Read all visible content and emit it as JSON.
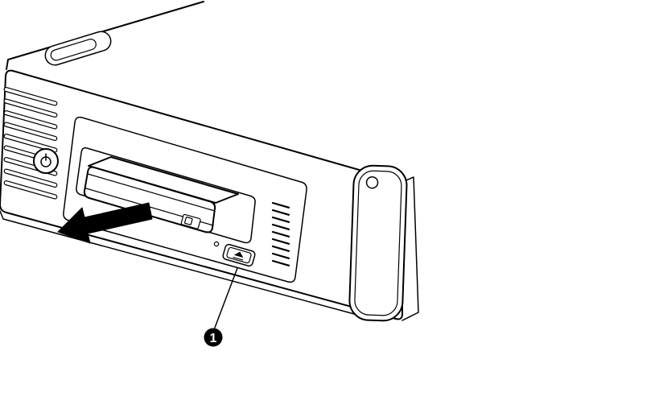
{
  "colors": {
    "line": "#000000",
    "background": "#ffffff",
    "arrow_fill": "#000000",
    "callout_bg": "#000000",
    "callout_text": "#ffffff"
  },
  "callouts": [
    {
      "label": "1",
      "points_to": "eject-button"
    }
  ],
  "parts": {
    "power_icon": "power-symbol",
    "eject_icon": "eject-symbol",
    "arrow_icon": "eject-direction-arrow"
  }
}
